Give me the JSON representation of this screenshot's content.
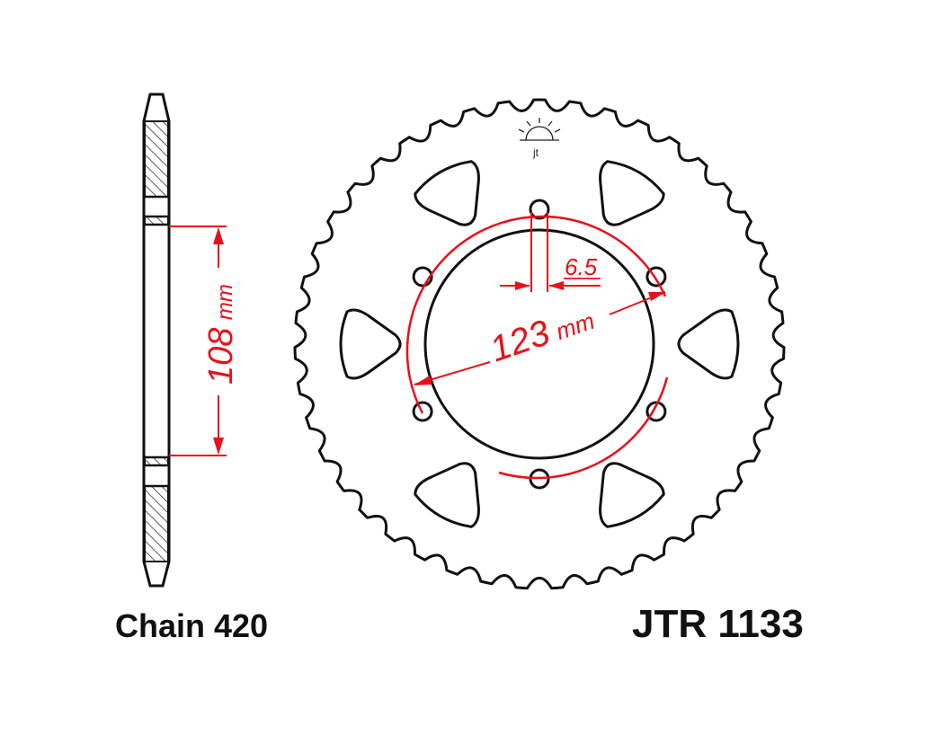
{
  "colors": {
    "outline": "#111111",
    "dimension": "#e8101a",
    "hatch": "#333333"
  },
  "labels": {
    "chain": "Chain 420",
    "model": "JTR 1133",
    "hub_height_value": "108",
    "hub_height_unit": "mm",
    "pcd_value": "123",
    "pcd_unit": "mm",
    "hole_diameter": "6.5"
  },
  "sprocket": {
    "teeth": 43,
    "bolt_holes": 6,
    "lightening_slots": 6
  },
  "logo": {
    "name": "jt-sunrise-logo",
    "text": "jt"
  }
}
